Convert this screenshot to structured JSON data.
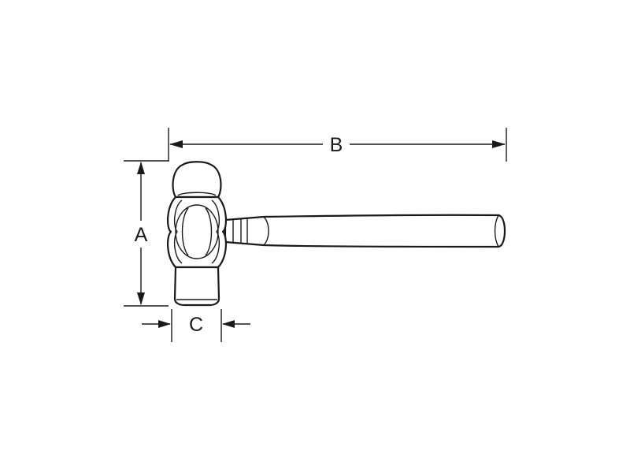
{
  "dimensions": {
    "height_label": "A",
    "length_label": "B",
    "face_width_label": "C"
  },
  "colors": {
    "line": "#1a1a1a",
    "background": "#ffffff"
  }
}
